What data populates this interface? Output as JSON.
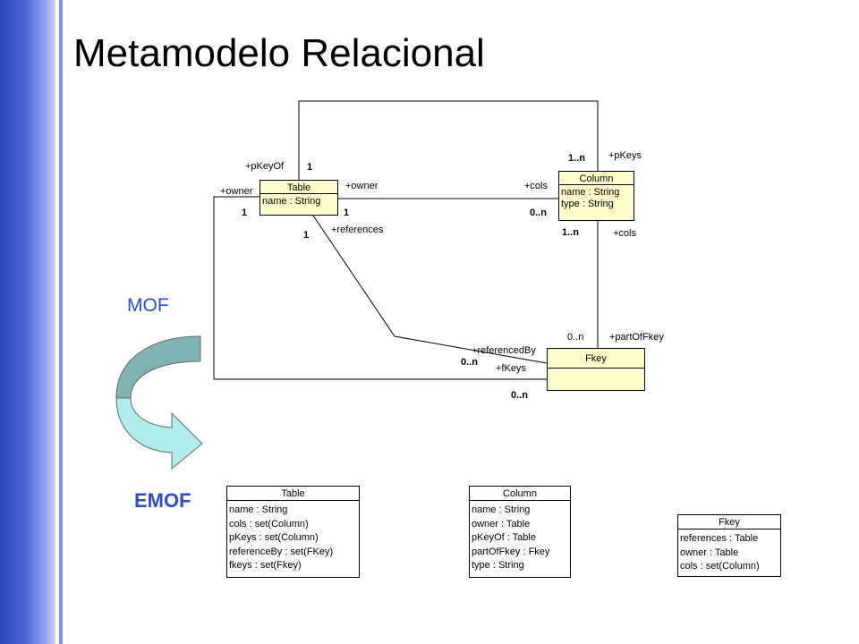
{
  "slide": {
    "title": "Metamodelo Relacional"
  },
  "labels": {
    "mof": "MOF",
    "emof": "EMOF"
  },
  "mof_classes": {
    "table": {
      "name": "Table",
      "attributes": [
        "name : String"
      ]
    },
    "column": {
      "name": "Column",
      "attributes": [
        "name : String",
        "type : String"
      ]
    },
    "fkey": {
      "name": "Fkey",
      "attributes": []
    }
  },
  "roles": {
    "pkeyof": "+pKeyOf",
    "pkeys": "+pKeys",
    "owner_left": "+owner",
    "owner": "+owner",
    "cols_top": "+cols",
    "cols_right": "+cols",
    "references": "+references",
    "referencedby": "+referencedBy",
    "fkeys": "+fKeys",
    "partoffkey": "+partOfFkey"
  },
  "multiplicities": {
    "pkeyof": "1",
    "pkeys": "1..n",
    "owner_left": "1",
    "owner_table": "1",
    "cols_column": "0..n",
    "references_table": "1",
    "cols_right": "1..n",
    "partoffkey": "0..n",
    "referencedby": "0..n",
    "fkeys": "0..n"
  },
  "emof_classes": {
    "table": {
      "name": "Table",
      "attributes": [
        "name : String",
        "cols : set(Column)",
        "pKeys : set(Column)",
        "referenceBy : set(FKey)",
        "fkeys : set(Fkey)"
      ]
    },
    "column": {
      "name": "Column",
      "attributes": [
        "name : String",
        "owner : Table",
        "pKeyOf : Table",
        "partOfFkey : Fkey",
        "type : String"
      ]
    },
    "fkey": {
      "name": "Fkey",
      "attributes": [
        "references : Table",
        "owner : Table",
        "cols : set(Column)"
      ]
    }
  },
  "colors": {
    "accent": "#2f4bd0",
    "class_fill": "#ffffcc",
    "arrow_dark": "#80b4b4",
    "arrow_light": "#b0ecec"
  }
}
